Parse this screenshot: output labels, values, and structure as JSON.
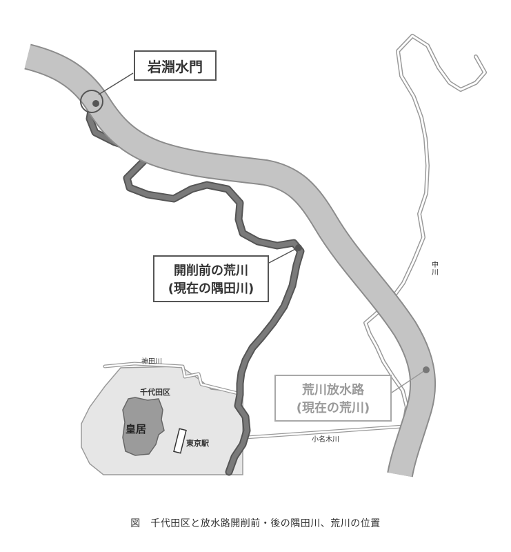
{
  "labels": {
    "iwabuchi_gate": "岩淵水門",
    "old_arakawa_line1": "開削前の荒川",
    "old_arakawa_line2": "(現在の隅田川)",
    "floodway_line1": "荒川放水路",
    "floodway_line2": "(現在の荒川)",
    "nakagawa": "中川",
    "kandagawa": "神田川",
    "chiyoda": "千代田区",
    "kokyo": "皇居",
    "tokyo_station": "東京駅",
    "onagigawa": "小名木川"
  },
  "caption": "図　千代田区と放水路開削前・後の隅田川、荒川の位置",
  "colors": {
    "floodway_river": "#c4c4c4",
    "floodway_outline": "#8c8c8c",
    "old_river": "#777777",
    "ward_fill": "#e6e6e6",
    "palace_fill": "#9b9b9b",
    "dark_border": "#555555",
    "light_border": "#a8a8a8"
  }
}
